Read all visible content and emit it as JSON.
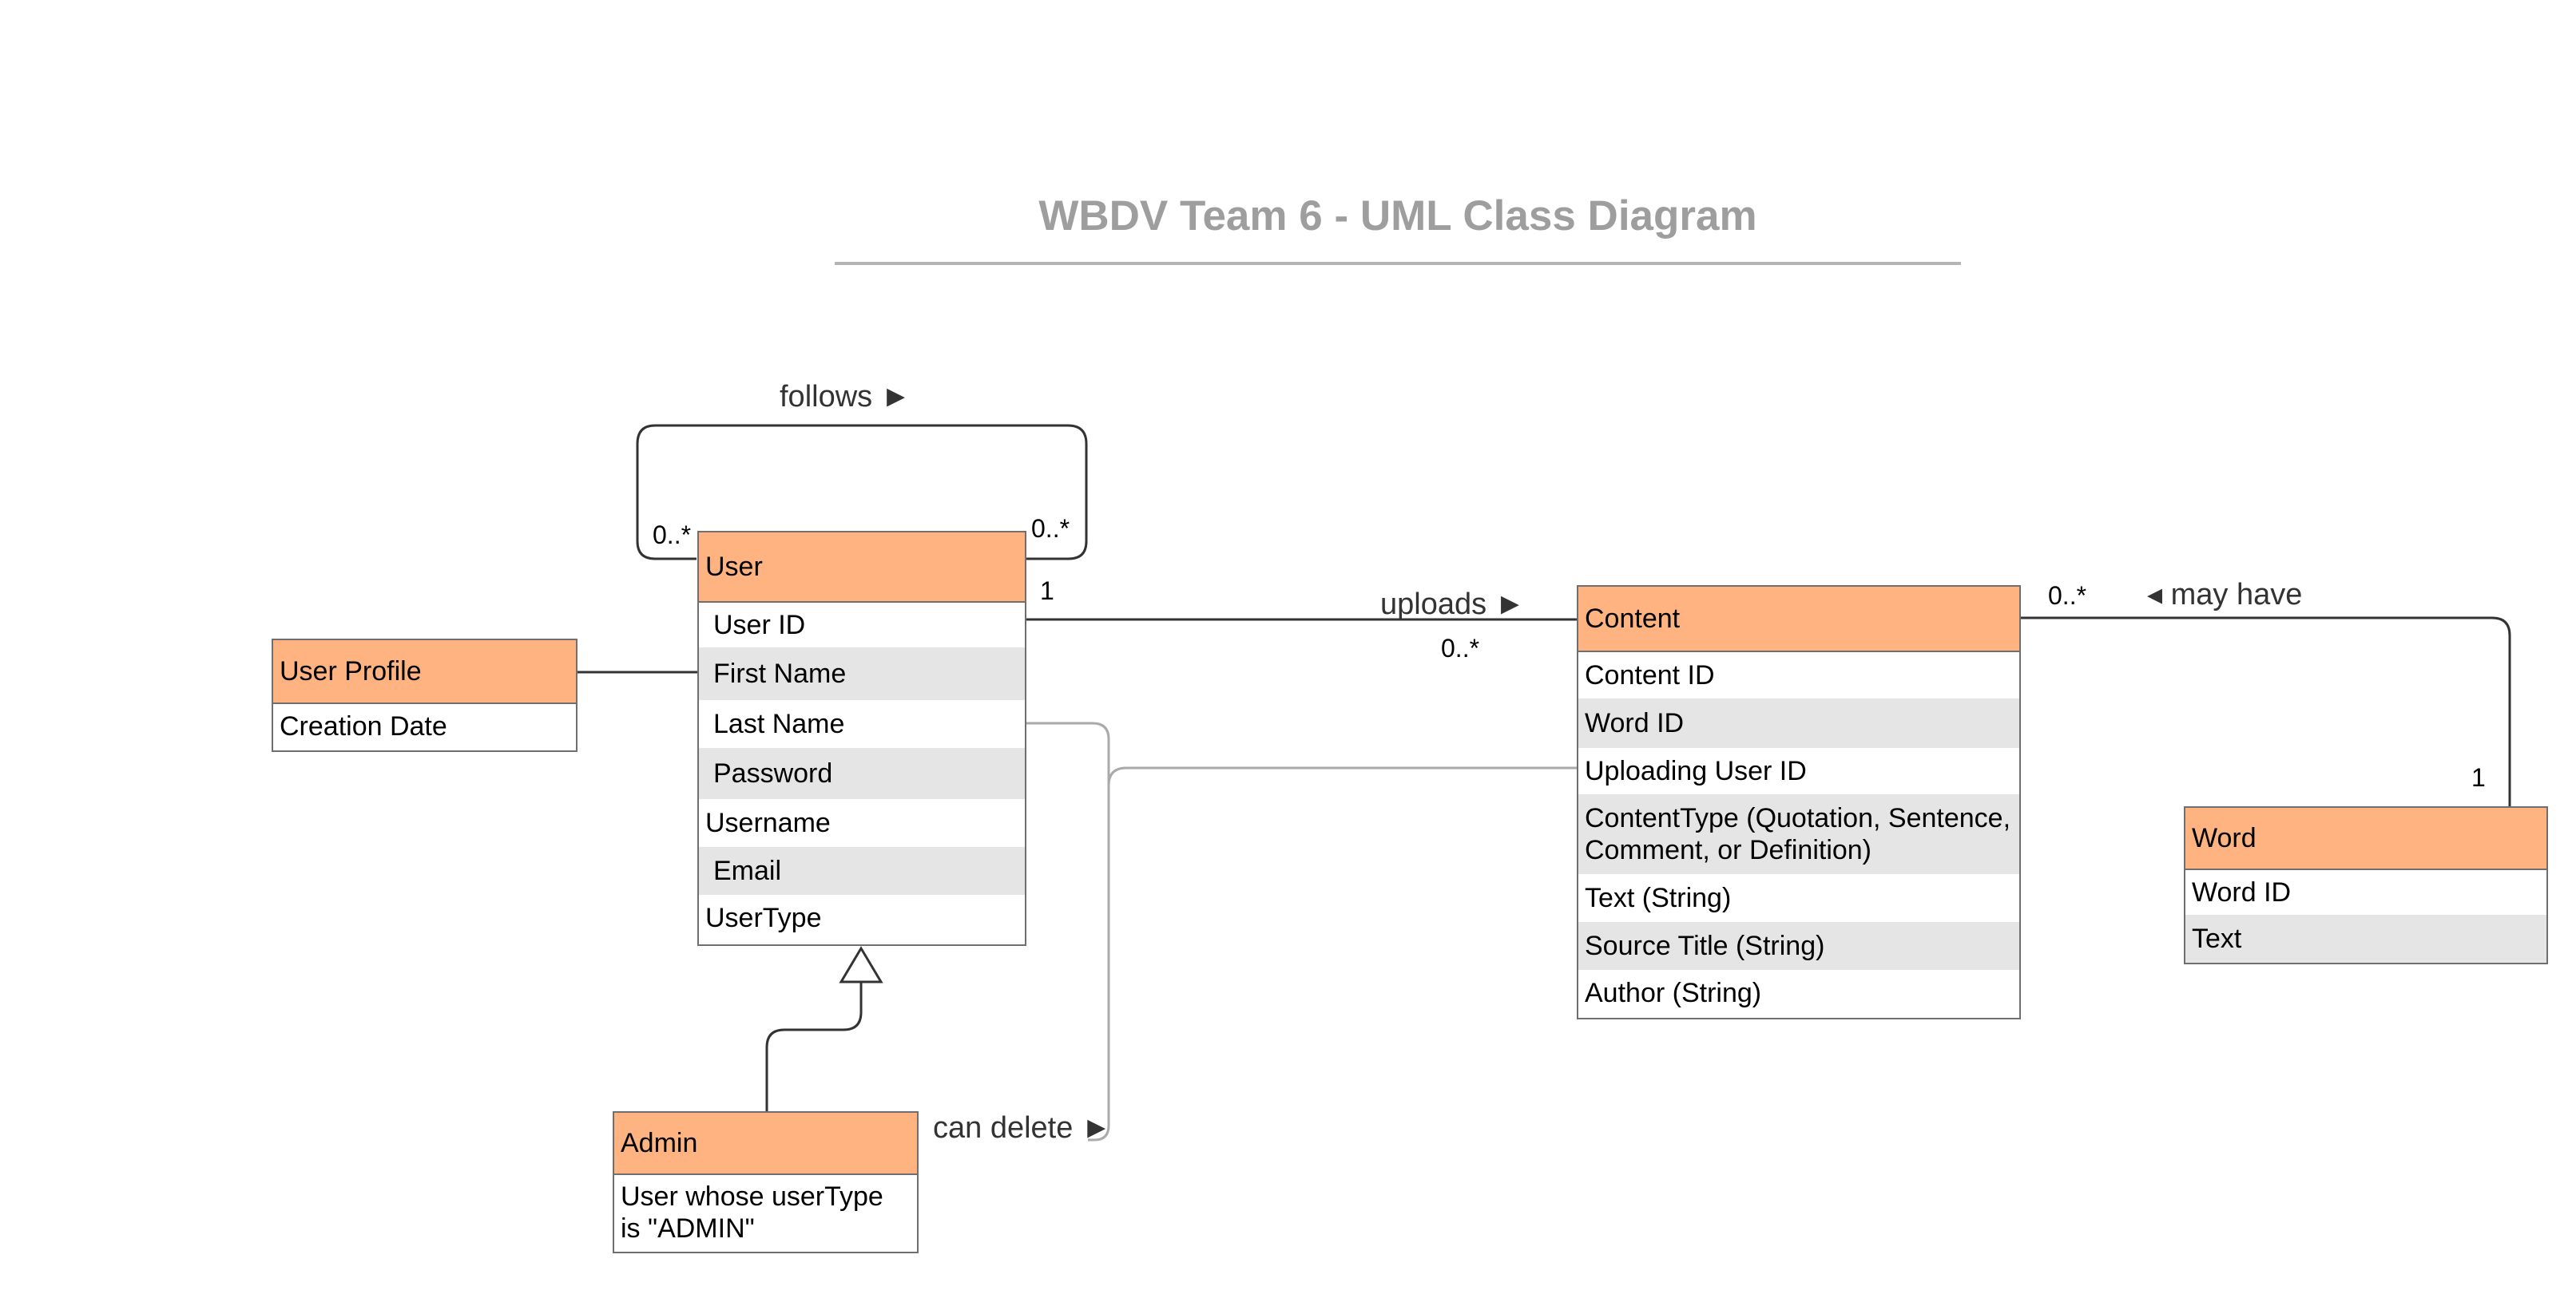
{
  "diagram": {
    "title": "WBDV Team 6 - UML Class Diagram",
    "classes": {
      "user": {
        "name": "User",
        "attributes": [
          "User ID",
          "First Name",
          "Last Name",
          "Password",
          "Username",
          "Email",
          "UserType"
        ]
      },
      "user_profile": {
        "name": "User Profile",
        "attributes": [
          "Creation Date"
        ]
      },
      "admin": {
        "name": "Admin",
        "attributes": [
          "User whose userType is \"ADMIN\""
        ]
      },
      "content": {
        "name": "Content",
        "attributes": [
          "Content ID",
          "Word ID",
          "Uploading User ID",
          "ContentType (Quotation, Sentence, Comment, or Definition)",
          "Text (String)",
          "Source Title (String)",
          "Author (String)"
        ]
      },
      "word": {
        "name": "Word",
        "attributes": [
          "Word ID",
          "Text"
        ]
      }
    },
    "relations": {
      "follows": {
        "label": "follows ►",
        "mult_left": "0..*",
        "mult_right": "0..*"
      },
      "uploads": {
        "label": "uploads ►",
        "mult_user": "1",
        "mult_content": "0..*"
      },
      "may_have": {
        "label": "◂ may have",
        "mult_content": "0..*",
        "mult_word": "1"
      },
      "can_delete": {
        "label": "can delete ►"
      }
    }
  }
}
